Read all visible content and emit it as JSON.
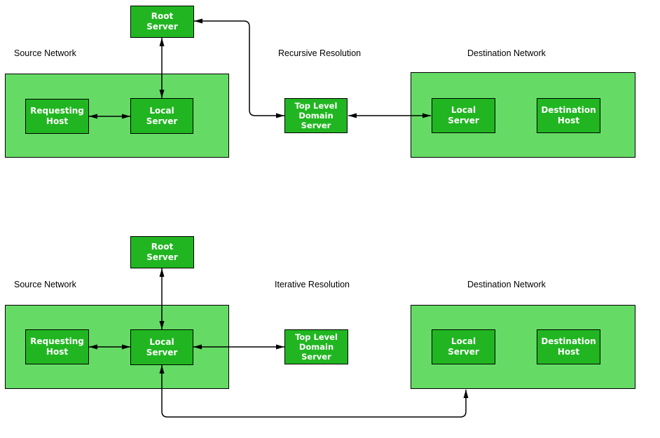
{
  "colors": {
    "node_fill": "#21b621",
    "node_border": "#000000",
    "node_text": "#ffffff",
    "container_fill": "#65db65",
    "container_border": "#000000",
    "label_text": "#000000",
    "arrow": "#000000",
    "background": "#ffffff"
  },
  "sections": {
    "recursive": {
      "source_network_label": "Source Network",
      "resolution_label": "Recursive Resolution",
      "destination_network_label": "Destination Network",
      "nodes": {
        "root_server": {
          "line1": "Root",
          "line2": "Server"
        },
        "requesting_host": {
          "line1": "Requesting",
          "line2": "Host"
        },
        "local_server": {
          "line1": "Local",
          "line2": "Server"
        },
        "tld_server": {
          "line1": "Top Level",
          "line2": "Domain",
          "line3": "Server"
        },
        "destination_local_server": {
          "line1": "Local",
          "line2": "Server"
        },
        "destination_host": {
          "line1": "Destination",
          "line2": "Host"
        }
      },
      "connections": [
        {
          "from": "local_server",
          "to": "root_server",
          "bidirectional": true
        },
        {
          "from": "requesting_host",
          "to": "local_server",
          "bidirectional": true
        },
        {
          "from": "root_server",
          "to": "tld_server",
          "bidirectional": true
        },
        {
          "from": "tld_server",
          "to": "destination_local_server",
          "bidirectional": true
        }
      ]
    },
    "iterative": {
      "source_network_label": "Source Network",
      "resolution_label": "Iterative Resolution",
      "destination_network_label": "Destination Network",
      "nodes": {
        "root_server": {
          "line1": "Root",
          "line2": "Server"
        },
        "requesting_host": {
          "line1": "Requesting",
          "line2": "Host"
        },
        "local_server": {
          "line1": "Local",
          "line2": "Server"
        },
        "tld_server": {
          "line1": "Top Level",
          "line2": "Domain",
          "line3": "Server"
        },
        "destination_local_server": {
          "line1": "Local",
          "line2": "Server"
        },
        "destination_host": {
          "line1": "Destination",
          "line2": "Host"
        }
      },
      "connections": [
        {
          "from": "local_server",
          "to": "root_server",
          "bidirectional": true
        },
        {
          "from": "requesting_host",
          "to": "local_server",
          "bidirectional": true
        },
        {
          "from": "local_server",
          "to": "tld_server",
          "bidirectional": true
        },
        {
          "from": "local_server",
          "to": "destination_network",
          "bidirectional": true
        }
      ]
    }
  }
}
